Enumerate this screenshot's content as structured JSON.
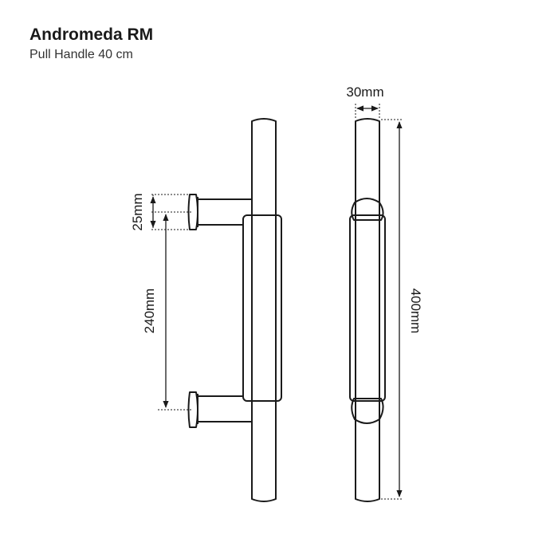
{
  "header": {
    "title": "Andromeda RM",
    "subtitle": "Pull Handle 40 cm"
  },
  "dimensions": {
    "width": "30mm",
    "length": "400mm",
    "standoff": "25mm",
    "centres": "240mm"
  }
}
